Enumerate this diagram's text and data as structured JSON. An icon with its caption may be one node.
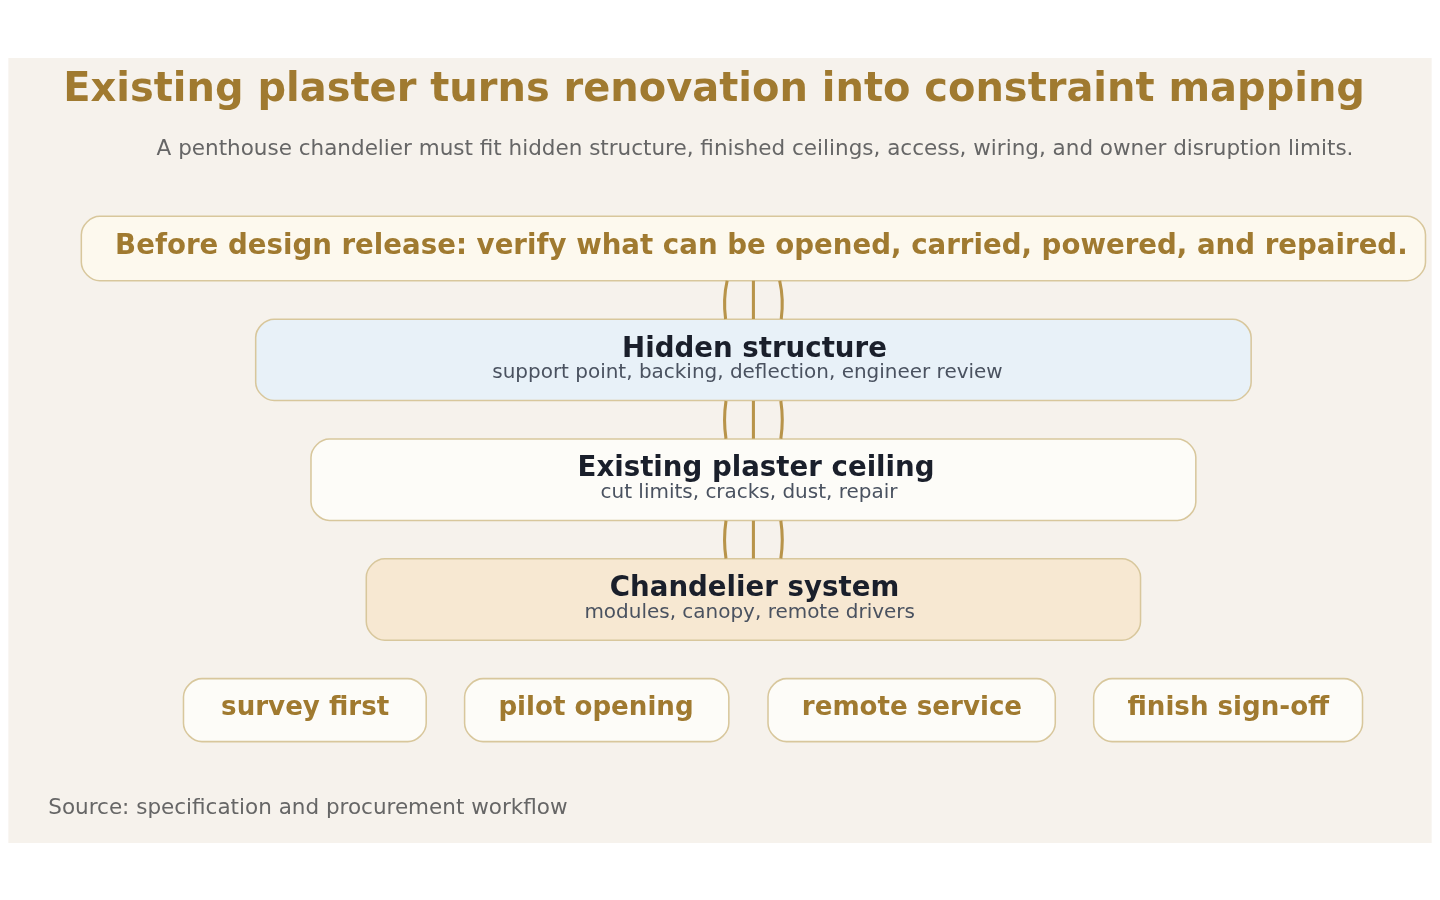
{
  "diagram": {
    "title": "Existing plaster turns renovation into constraint mapping",
    "nodes": [
      {
        "text": [
          "Before design release: verify what can be opened, carried, powered, and repaired."
        ]
      },
      {
        "text": [
          "Hidden structure",
          "support point, backing, deflection, engineer review"
        ]
      },
      {
        "text": [
          "Existing plaster ceiling",
          "cut limits, cracks, dust, repair"
        ]
      },
      {
        "text": [
          "Chandelier system",
          "modules, canopy, remote drivers"
        ]
      },
      {
        "text": [
          "survey first"
        ]
      },
      {
        "text": [
          "pilot opening"
        ]
      },
      {
        "text": [
          "remote service"
        ]
      },
      {
        "text": [
          "finish sign-off"
        ]
      }
    ],
    "edges": [
      {
        "from": 0,
        "to": 1,
        "arrow": "none"
      },
      {
        "from": 0,
        "to": 1,
        "arrow": "none"
      },
      {
        "from": 0,
        "to": 1,
        "arrow": "none"
      },
      {
        "from": 1,
        "to": 2,
        "arrow": "none"
      },
      {
        "from": 1,
        "to": 2,
        "arrow": "none"
      },
      {
        "from": 1,
        "to": 2,
        "arrow": "none"
      },
      {
        "from": 2,
        "to": 3,
        "arrow": "none"
      },
      {
        "from": 2,
        "to": 3,
        "arrow": "none"
      },
      {
        "from": 2,
        "to": 3,
        "arrow": "none"
      }
    ],
    "labels": [
      "A penthouse chandelier must fit hidden structure, finished ceilings, access, wiring, and owner disruption limits.",
      "Source: specification and procurement workflow"
    ]
  }
}
